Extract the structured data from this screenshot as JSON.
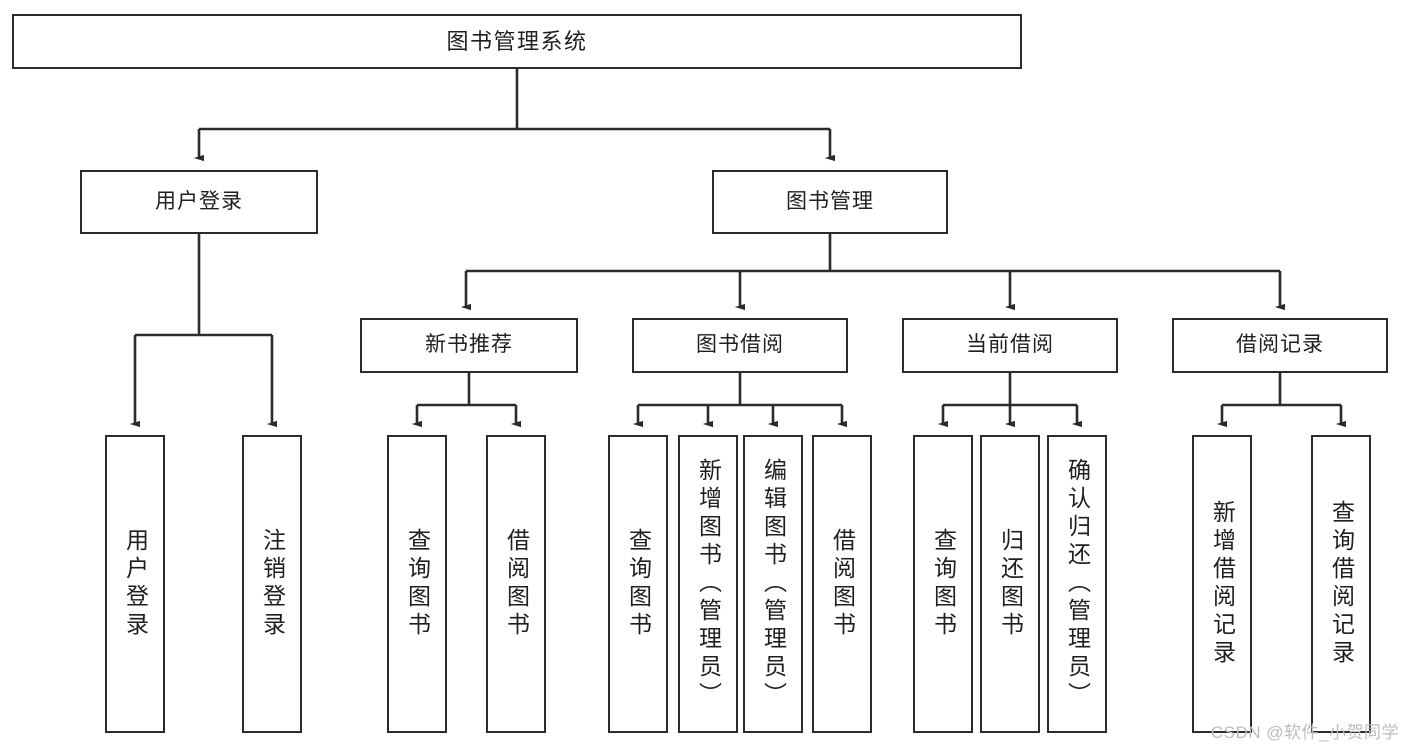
{
  "diagram": {
    "title": "图书管理系统",
    "watermark": "CSDN @软件_小贺同学",
    "line_color": "#2b2b2b",
    "background_color": "#ffffff",
    "text_color": "#1f1f1f"
  },
  "nodes": {
    "root": {
      "label": "图书管理系统"
    },
    "level2": [
      {
        "id": "user-login",
        "label": "用户登录"
      },
      {
        "id": "book-manage",
        "label": "图书管理"
      }
    ],
    "level3": [
      {
        "id": "new-book-rec",
        "label": "新书推荐"
      },
      {
        "id": "book-borrow",
        "label": "图书借阅"
      },
      {
        "id": "current-borrow",
        "label": "当前借阅"
      },
      {
        "id": "borrow-record",
        "label": "借阅记录"
      }
    ],
    "leaves": {
      "user-login": [
        {
          "id": "leaf-user-login",
          "label": "用户登录"
        },
        {
          "id": "leaf-user-logout",
          "label": "注销登录"
        }
      ],
      "new-book-rec": [
        {
          "id": "leaf-query-book-1",
          "label": "查询图书"
        },
        {
          "id": "leaf-borrow-book-1",
          "label": "借阅图书"
        }
      ],
      "book-borrow": [
        {
          "id": "leaf-query-book-2",
          "label": "查询图书"
        },
        {
          "id": "leaf-add-book",
          "label": "新增图书（管理员）"
        },
        {
          "id": "leaf-edit-book",
          "label": "编辑图书（管理员）"
        },
        {
          "id": "leaf-borrow-book-2",
          "label": "借阅图书"
        }
      ],
      "current-borrow": [
        {
          "id": "leaf-query-book-3",
          "label": "查询图书"
        },
        {
          "id": "leaf-return-book",
          "label": "归还图书"
        },
        {
          "id": "leaf-confirm-return",
          "label": "确认归还（管理员）"
        }
      ],
      "borrow-record": [
        {
          "id": "leaf-add-record",
          "label": "新增借阅记录"
        },
        {
          "id": "leaf-query-record",
          "label": "查询借阅记录"
        }
      ]
    }
  }
}
